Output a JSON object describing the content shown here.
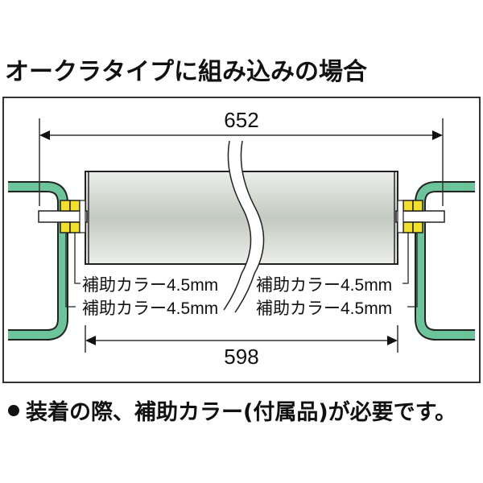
{
  "title": "オークラタイプに組み込みの場合",
  "diagram": {
    "overall_dimension": "652",
    "inner_dimension": "598",
    "collar_labels": {
      "upper_left": "補助カラー4.5mm",
      "lower_left": "補助カラー4.5mm",
      "upper_right": "補助カラー4.5mm",
      "lower_right": "補助カラー4.5mm"
    },
    "colors": {
      "frame_green": "#6cc49a",
      "collar_yellow": "#f2df2c",
      "roller_light": "#e9eae6",
      "roller_mid": "#c4cbc2",
      "line": "#222222"
    }
  },
  "note": {
    "text": "装着の際、補助カラー(付属品)が必要です。"
  }
}
